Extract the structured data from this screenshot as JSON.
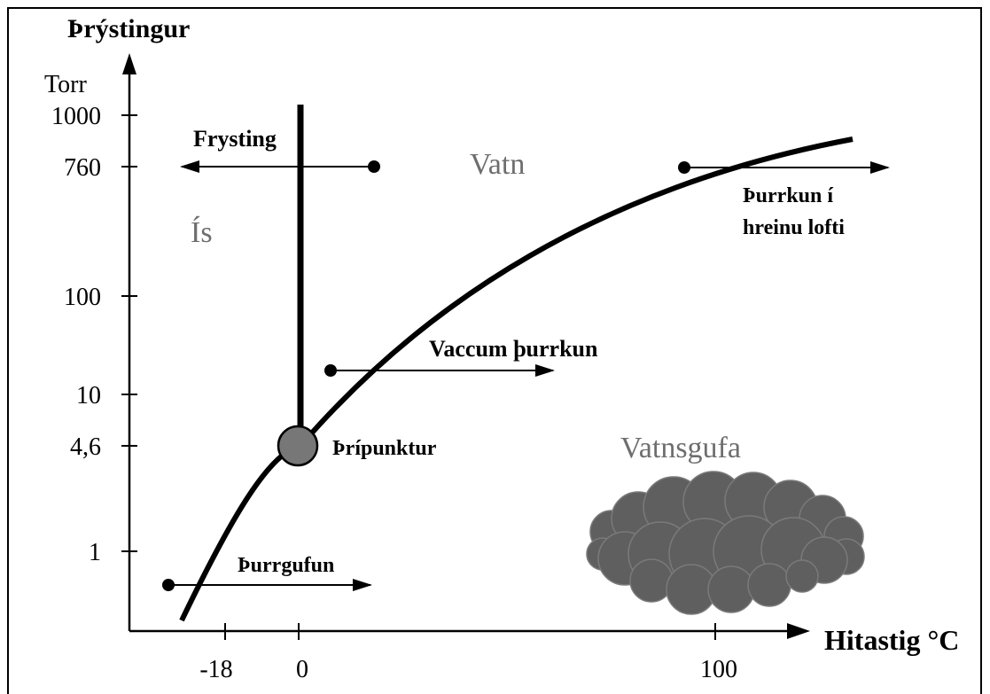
{
  "axes": {
    "y_title": "Þrýstingur",
    "y_unit": "Torr",
    "x_title": "Hitastig °C",
    "y_ticks": [
      "1000",
      "760",
      "100",
      "10",
      "4,6",
      "1"
    ],
    "x_ticks": [
      "-18",
      "0",
      "100"
    ]
  },
  "regions": {
    "ice": "Ís",
    "water": "Vatn",
    "vapor": "Vatnsgufa"
  },
  "labels": {
    "freezing": "Frysting",
    "drying_clean_air_line1": "Þurrkun í",
    "drying_clean_air_line2": "hreinu lofti",
    "vacuum_drying": "Vaccum þurrkun",
    "triple_point": "Þrípunktur",
    "sublimation": "Þurrgufun"
  },
  "colors": {
    "ink": "#000000",
    "region_text": "#6e6e6e",
    "triple_point_fill": "#777777",
    "cloud_fill": "#5f5f5f",
    "cloud_edge": "#7a7a7a"
  }
}
